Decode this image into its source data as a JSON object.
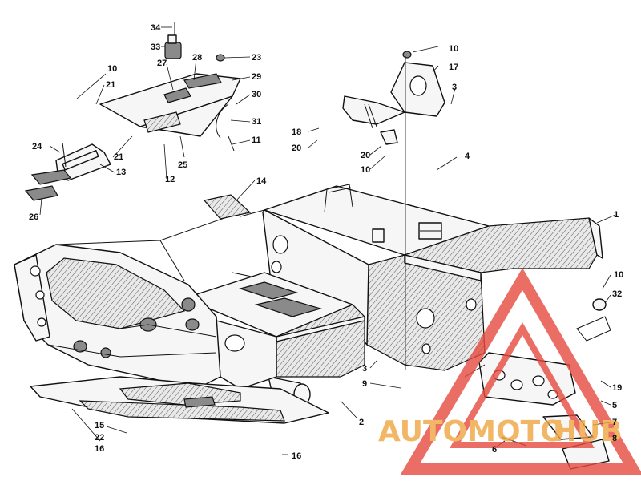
{
  "watermark": {
    "word_a": "AUTOMOTO",
    "word_b": "HUB",
    "color_triangle": "#e64a3f",
    "color_text": "#f0a640"
  },
  "callouts": [
    {
      "id": "c34",
      "label": "34"
    },
    {
      "id": "c33",
      "label": "33"
    },
    {
      "id": "c27",
      "label": "27"
    },
    {
      "id": "c28",
      "label": "28"
    },
    {
      "id": "c23",
      "label": "23"
    },
    {
      "id": "c29",
      "label": "29"
    },
    {
      "id": "c10a",
      "label": "10"
    },
    {
      "id": "c21a",
      "label": "21"
    },
    {
      "id": "c30",
      "label": "30"
    },
    {
      "id": "c31",
      "label": "31"
    },
    {
      "id": "c11",
      "label": "11"
    },
    {
      "id": "c24",
      "label": "24"
    },
    {
      "id": "c21b",
      "label": "21"
    },
    {
      "id": "c25",
      "label": "25"
    },
    {
      "id": "c12",
      "label": "12"
    },
    {
      "id": "c13",
      "label": "13"
    },
    {
      "id": "c26",
      "label": "26"
    },
    {
      "id": "c14",
      "label": "14"
    },
    {
      "id": "c10b",
      "label": "10"
    },
    {
      "id": "c17",
      "label": "17"
    },
    {
      "id": "c3a",
      "label": "3"
    },
    {
      "id": "c18",
      "label": "18"
    },
    {
      "id": "c20a",
      "label": "20"
    },
    {
      "id": "c20b",
      "label": "20"
    },
    {
      "id": "c10c",
      "label": "10"
    },
    {
      "id": "c4",
      "label": "4"
    },
    {
      "id": "c1",
      "label": "1"
    },
    {
      "id": "c10d",
      "label": "10"
    },
    {
      "id": "c32",
      "label": "32"
    },
    {
      "id": "c3b",
      "label": "3"
    },
    {
      "id": "c9",
      "label": "9"
    },
    {
      "id": "c2",
      "label": "2"
    },
    {
      "id": "c19",
      "label": "19"
    },
    {
      "id": "c5",
      "label": "5"
    },
    {
      "id": "c7",
      "label": "7"
    },
    {
      "id": "c8",
      "label": "8"
    },
    {
      "id": "c6",
      "label": "6"
    },
    {
      "id": "c15",
      "label": "15"
    },
    {
      "id": "c22",
      "label": "22"
    },
    {
      "id": "c16a",
      "label": "16"
    },
    {
      "id": "c16b",
      "label": "16"
    }
  ]
}
